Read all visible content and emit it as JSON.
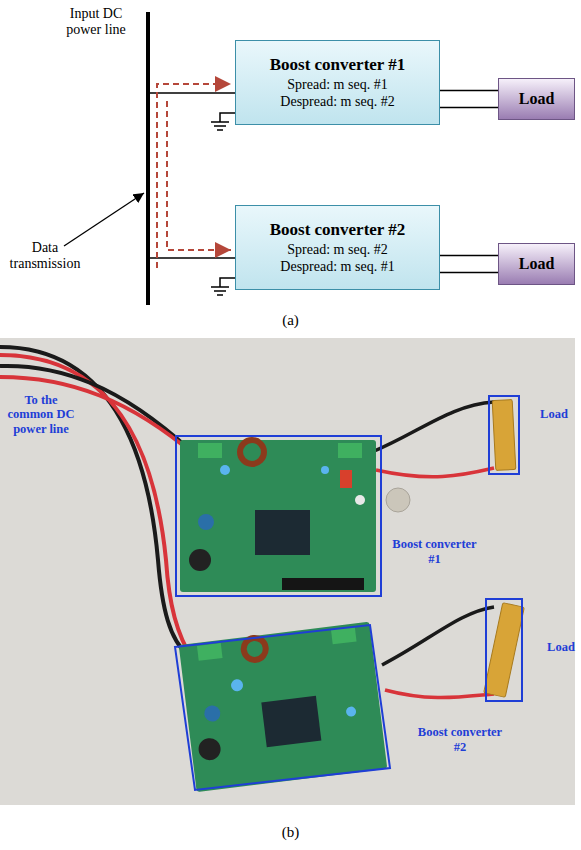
{
  "diagram": {
    "nodes": [
      {
        "text": [
          "Boost converter #1",
          "Spread: m seq. #1",
          "Despread: m seq. #2"
        ]
      },
      {
        "text": [
          "Load"
        ]
      },
      {
        "text": [
          "Boost converter #2",
          "Spread: m seq. #2",
          "Despread: m seq. #1"
        ]
      },
      {
        "text": [
          "Load"
        ]
      },
      {
        "text": [
          "Boost converter #1"
        ]
      },
      {
        "text": [
          "Load"
        ]
      },
      {
        "text": [
          "Boost converter #2"
        ]
      },
      {
        "text": [
          "Load"
        ]
      }
    ],
    "edges": [
      {
        "from": 0,
        "to": 1,
        "arrow": "none"
      },
      {
        "from": 2,
        "to": 3,
        "arrow": "none"
      }
    ],
    "labels": [
      "Input DC power line",
      "Data transmission",
      "(a)",
      "To the common DC power line",
      "(b)"
    ]
  }
}
